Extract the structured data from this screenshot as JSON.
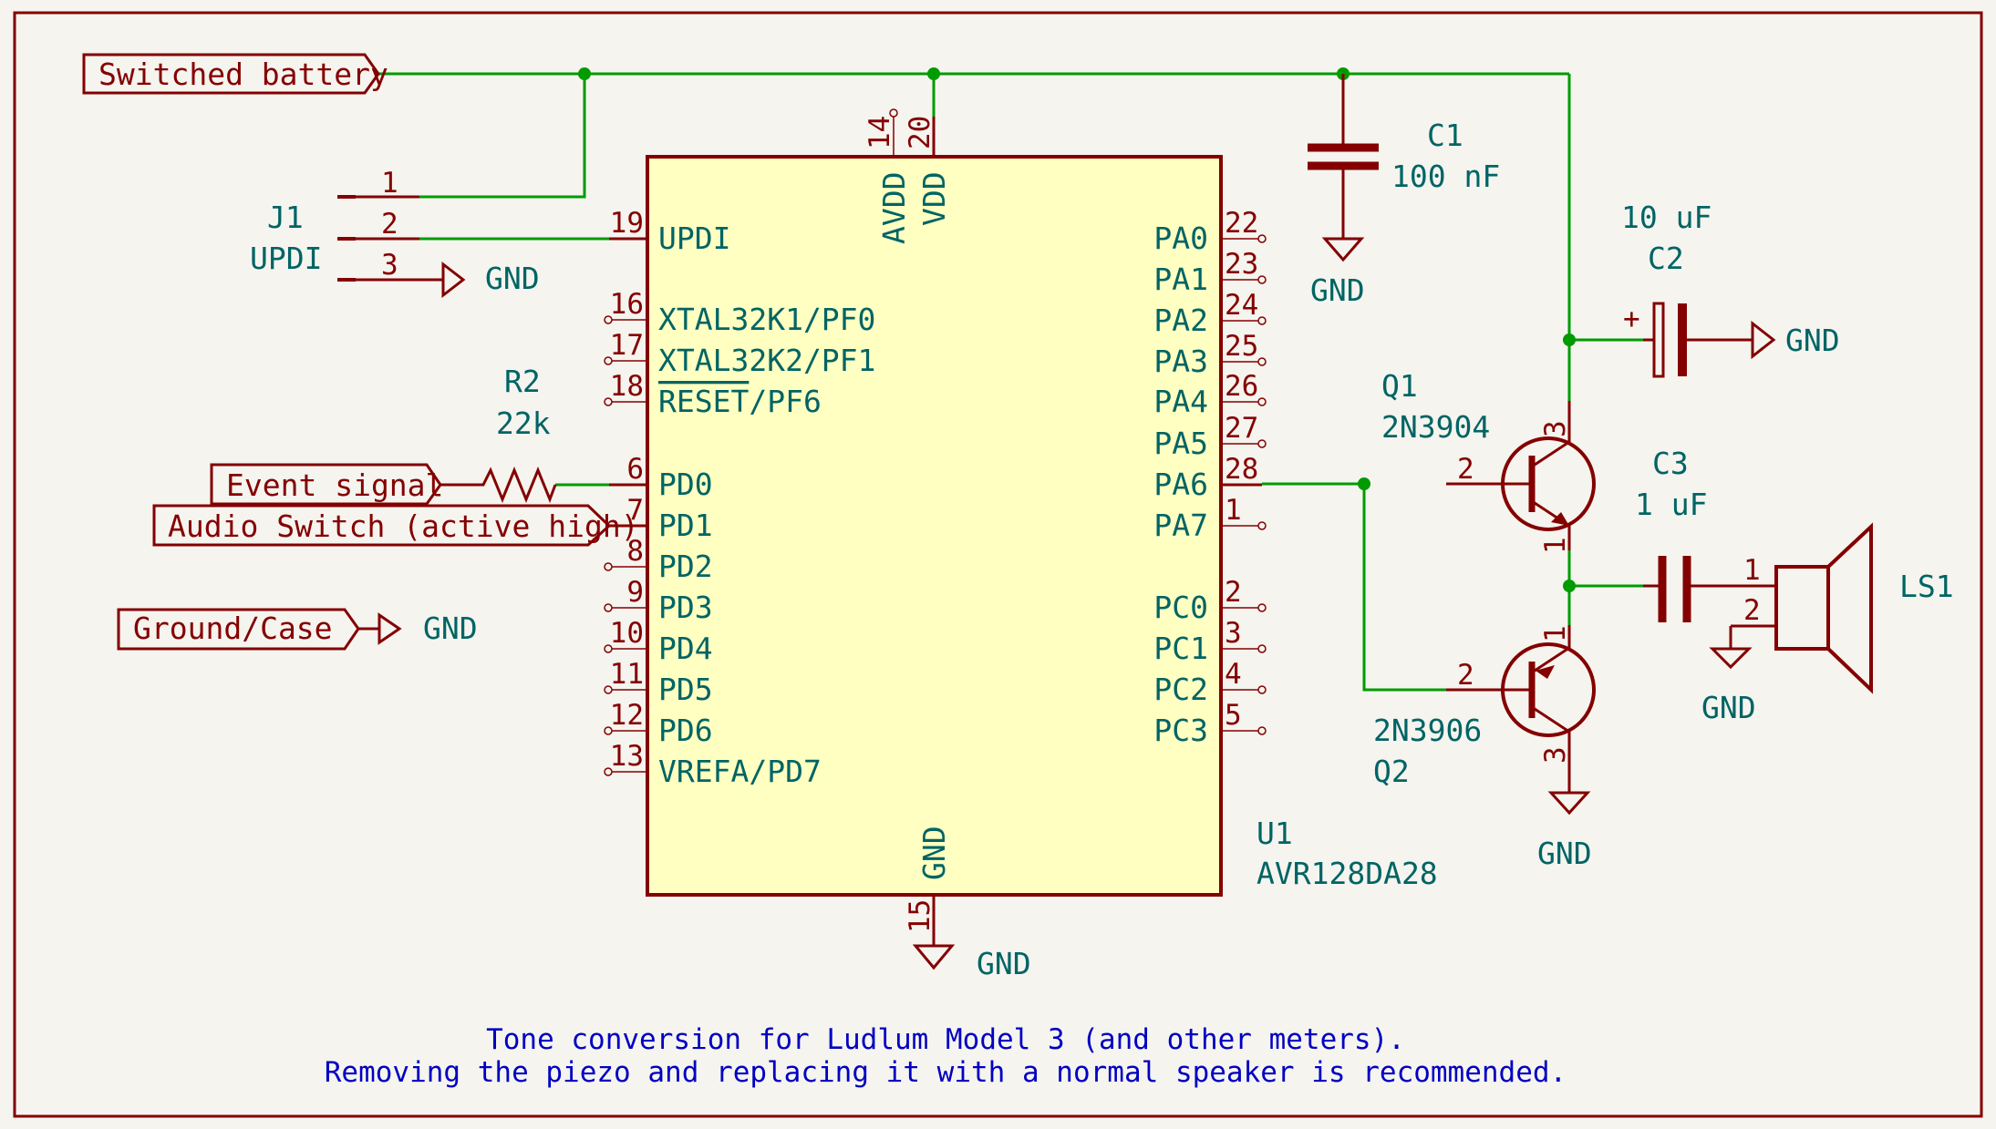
{
  "labels": {
    "switched_battery": "Switched battery",
    "event_signal": "Event signal",
    "audio_switch": "Audio Switch (active high)",
    "ground_case": "Ground/Case"
  },
  "gnd": "GND",
  "j1": {
    "ref": "J1",
    "value": "UPDI",
    "pins": [
      "1",
      "2",
      "3"
    ]
  },
  "r2": {
    "ref": "R2",
    "value": "22k"
  },
  "c1": {
    "ref": "C1",
    "value": "100 nF"
  },
  "c2": {
    "ref": "C2",
    "value": "10 uF",
    "plus": "+"
  },
  "c3": {
    "ref": "C3",
    "value": "1 uF"
  },
  "q1": {
    "ref": "Q1",
    "value": "2N3904",
    "pins": [
      "3",
      "2",
      "1"
    ]
  },
  "q2": {
    "ref": "Q2",
    "value": "2N3906",
    "pins": [
      "1",
      "2",
      "3"
    ]
  },
  "ls1": {
    "ref": "LS1",
    "pins": [
      "1",
      "2"
    ]
  },
  "u1": {
    "ref": "U1",
    "value": "AVR128DA28",
    "top_pins": [
      {
        "num": "14",
        "name": "AVDD"
      },
      {
        "num": "20",
        "name": "VDD"
      }
    ],
    "bottom_pin": {
      "num": "15",
      "name": "GND"
    },
    "left_pins": [
      {
        "num": "19",
        "name": "UPDI"
      },
      {
        "num": "16",
        "name": "XTAL32K1/PF0"
      },
      {
        "num": "17",
        "name": "XTAL32K2/PF1"
      },
      {
        "num": "18",
        "name_overline": "RESET",
        "name_suffix": "/PF6"
      },
      {
        "num": "6",
        "name": "PD0"
      },
      {
        "num": "7",
        "name": "PD1"
      },
      {
        "num": "8",
        "name": "PD2"
      },
      {
        "num": "9",
        "name": "PD3"
      },
      {
        "num": "10",
        "name": "PD4"
      },
      {
        "num": "11",
        "name": "PD5"
      },
      {
        "num": "12",
        "name": "PD6"
      },
      {
        "num": "13",
        "name": "VREFA/PD7"
      }
    ],
    "right_pins": [
      {
        "num": "22",
        "name": "PA0"
      },
      {
        "num": "23",
        "name": "PA1"
      },
      {
        "num": "24",
        "name": "PA2"
      },
      {
        "num": "25",
        "name": "PA3"
      },
      {
        "num": "26",
        "name": "PA4"
      },
      {
        "num": "27",
        "name": "PA5"
      },
      {
        "num": "28",
        "name": "PA6"
      },
      {
        "num": "1",
        "name": "PA7"
      },
      {
        "num": "2",
        "name": "PC0"
      },
      {
        "num": "3",
        "name": "PC1"
      },
      {
        "num": "4",
        "name": "PC2"
      },
      {
        "num": "5",
        "name": "PC3"
      }
    ]
  },
  "notes": [
    "Tone conversion for Ludlum Model 3 (and other meters).",
    "Removing the piezo and replacing it with a normal speaker is recommended."
  ],
  "colors": {
    "wire": "#009b00",
    "component": "#840000",
    "body_fill": "#ffffc2",
    "text": "#006464",
    "note": "#0000c2",
    "background": "#f5f4ef"
  }
}
